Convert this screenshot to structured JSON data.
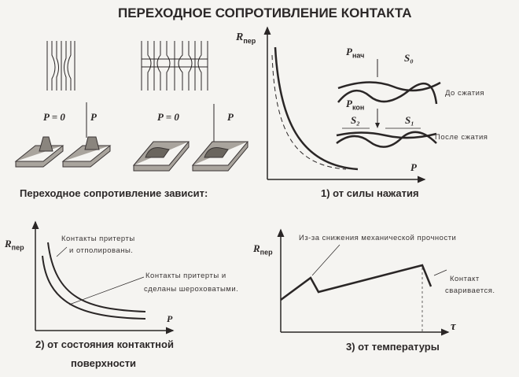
{
  "title": "ПЕРЕХОДНОЕ СОПРОТИВЛЕНИЕ КОНТАКТА",
  "left": {
    "p0_1": "P = 0",
    "p_1": "P",
    "p0_2": "P = 0",
    "p_2": "P"
  },
  "chart1": {
    "ylabel": "R",
    "ysub": "пер",
    "xlabel": "P",
    "p_start": "P",
    "p_start_sub": "нач",
    "p_end": "P",
    "p_end_sub": "кон",
    "s0": "S₀",
    "s1": "S₁",
    "s2": "S₂",
    "before": "До сжатия",
    "after": "После сжатия",
    "caption": "1) от силы нажатия"
  },
  "depends": "Переходное сопротивление зависит:",
  "chart2": {
    "ylabel": "R",
    "ysub": "пер",
    "xlabel": "P",
    "label1a": "Контакты притерты",
    "label1b": "и отполированы.",
    "label2a": "Контакты притерты и",
    "label2b": "сделаны шероховатыми.",
    "caption1": "2) от состояния контактной",
    "caption2": "поверхности"
  },
  "chart3": {
    "ylabel": "R",
    "ysub": "пер",
    "xlabel": "τ",
    "note": "Из-за снижения механической прочности",
    "weld1": "Контакт",
    "weld2": "сваривается.",
    "caption": "3) от температуры"
  }
}
